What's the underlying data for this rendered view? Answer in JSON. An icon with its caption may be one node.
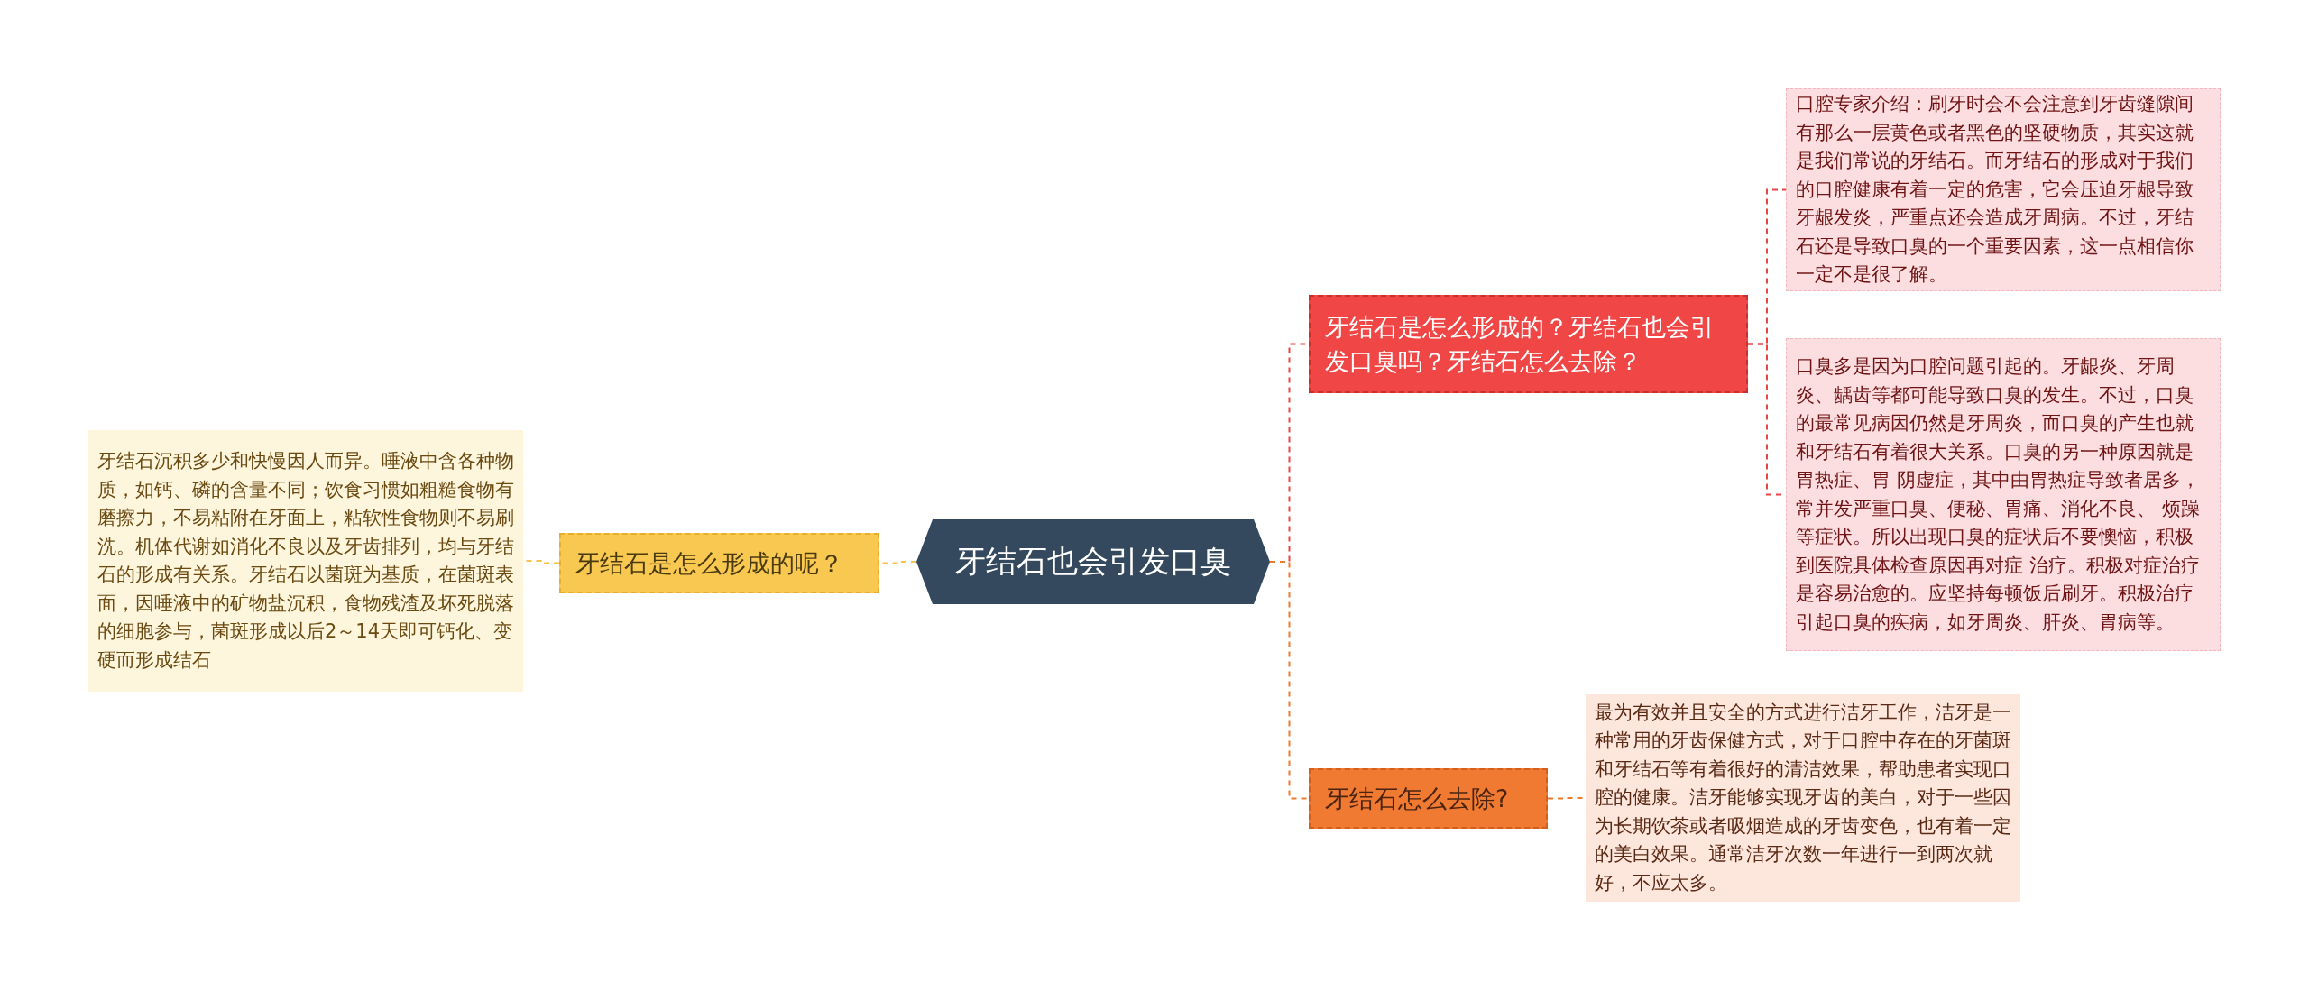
{
  "diagram": {
    "nodes": [
      {
        "text": [
          "牙结石也会引发口臭"
        ]
      },
      {
        "text": [
          "牙结石是怎么形成的呢？"
        ]
      },
      {
        "text": [
          "牙结石沉积多少和快慢因人而异。唾液中含各种物质，如钙、磷的含量不同；饮食习惯如粗糙食物有磨擦力，不易粘附在牙面上，粘软性食物则不易刷洗。机体代谢如消化不良以及牙齿排列，均与牙结石的形成有关系。牙结石以菌斑为基质，在菌斑表面，因唾液中的矿物盐沉积，食物残渣及坏死脱落的细胞参与，菌斑形成以后2～14天即可钙化、变硬而形成结石"
        ]
      },
      {
        "text": [
          "牙结石是怎么形成的？牙结石也会引发口臭吗？牙结石怎么去除？"
        ]
      },
      {
        "text": [
          "口腔专家介绍：刷牙时会不会注意到牙齿缝隙间有那么一层黄色或者黑色的坚硬物质，其实这就是我们常说的牙结石。而牙结石的形成对于我们的口腔健康有着一定的危害，它会压迫牙龈导致牙龈发炎，严重点还会造成牙周病。不过，牙结石还是导致口臭的一个重要因素，这一点相信你一定不是很了解。"
        ]
      },
      {
        "text": [
          "口臭多是因为口腔问题引起的。牙龈炎、牙周炎、龋齿等都可能导致口臭的发生。不过，口臭的最常见病因仍然是牙周炎，而口臭的产生也就和牙结石有着很大关系。口臭的另一种原因就是胃热症、胃 阴虚症，其中由胃热症导致者居多，常并发严重口臭、便秘、胃痛、消化不良、 烦躁等症状。所以出现口臭的症状后不要懊恼，积极到医院具体检查原因再对症 治疗。积极对症治疗是容易治愈的。应坚持每顿饭后刷牙。积极治疗引起口臭的疾病，如牙周炎、肝炎、胃病等。"
        ]
      },
      {
        "text": [
          "牙结石怎么去除?"
        ]
      },
      {
        "text": [
          "最为有效并且安全的方式进行洁牙工作，洁牙是一种常用的牙齿保健方式，对于口腔中存在的牙菌斑和牙结石等有着很好的清洁效果，帮助患者实现口腔的健康。洁牙能够实现牙齿的美白，对于一些因为长期饮茶或者吸烟造成的牙齿变色，也有着一定的美白效果。通常洁牙次数一年进行一到两次就好，不应太多。"
        ]
      }
    ],
    "edges": [
      {
        "from": 0,
        "to": 1,
        "arrow": "none",
        "style": "dashed",
        "color": "#f5c24c"
      },
      {
        "from": 0,
        "to": 3,
        "arrow": "none",
        "style": "dashed",
        "color": "#e84545"
      },
      {
        "from": 0,
        "to": 6,
        "arrow": "none",
        "style": "dashed",
        "color": "#ee7a30"
      },
      {
        "from": 1,
        "to": 2,
        "arrow": "none",
        "style": "dashed",
        "color": "#f5c24c"
      },
      {
        "from": 3,
        "to": 4,
        "arrow": "none",
        "style": "dashed",
        "color": "#e84545"
      },
      {
        "from": 3,
        "to": 5,
        "arrow": "none",
        "style": "dashed",
        "color": "#e84545"
      },
      {
        "from": 6,
        "to": 7,
        "arrow": "none",
        "style": "dashed",
        "color": "#ee7a30"
      }
    ]
  }
}
